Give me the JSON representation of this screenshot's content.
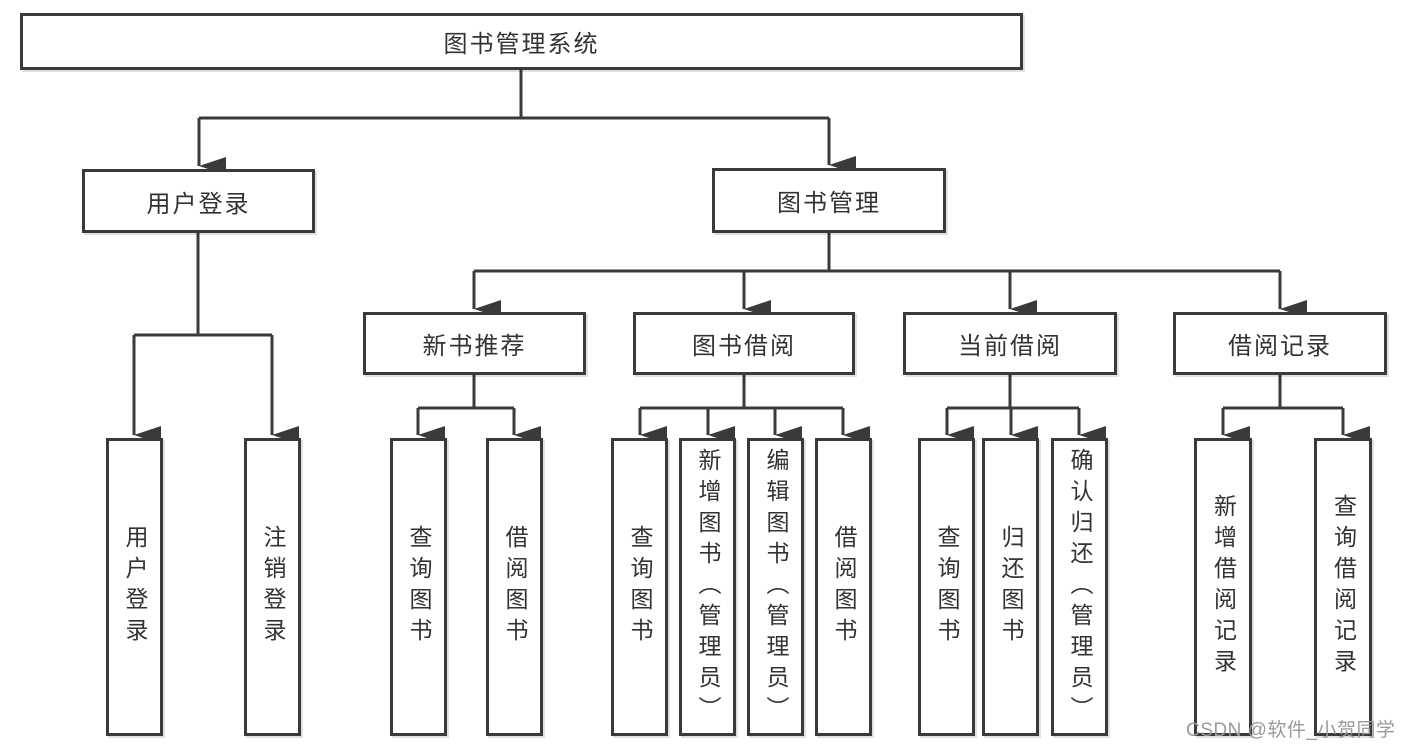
{
  "diagram": {
    "type": "hierarchy-tree",
    "title": "图书管理系统",
    "watermark": "CSDN @软件_小贺同学",
    "colors": {
      "line": "#3a3a3a",
      "box_border": "#3a3a3a",
      "box_fill": "#ffffff",
      "text": "#333333",
      "watermark": "#9a9a9a",
      "background": "#ffffff"
    },
    "root": {
      "label": "图书管理系统"
    },
    "level2": [
      {
        "id": "user-login",
        "label": "用户登录",
        "parent": "root"
      },
      {
        "id": "book-management",
        "label": "图书管理",
        "parent": "root"
      }
    ],
    "level3": [
      {
        "id": "new-book-recommend",
        "label": "新书推荐",
        "parent": "book-management"
      },
      {
        "id": "book-borrow",
        "label": "图书借阅",
        "parent": "book-management"
      },
      {
        "id": "current-borrow",
        "label": "当前借阅",
        "parent": "book-management"
      },
      {
        "id": "borrow-record",
        "label": "借阅记录",
        "parent": "book-management"
      }
    ],
    "leaves": {
      "user_login": [
        {
          "label": "用户登录"
        },
        {
          "label": "注销登录"
        }
      ],
      "new_book_recommend": [
        {
          "label": "查询图书"
        },
        {
          "label": "借阅图书"
        }
      ],
      "book_borrow": [
        {
          "label": "查询图书"
        },
        {
          "label": "新增图书（管理员）"
        },
        {
          "label": "编辑图书（管理员）"
        },
        {
          "label": "借阅图书"
        }
      ],
      "current_borrow": [
        {
          "label": "查询图书"
        },
        {
          "label": "归还图书"
        },
        {
          "label": "确认归还（管理员）"
        }
      ],
      "borrow_record": [
        {
          "label": "新增借阅记录"
        },
        {
          "label": "查询借阅记录"
        }
      ]
    }
  }
}
